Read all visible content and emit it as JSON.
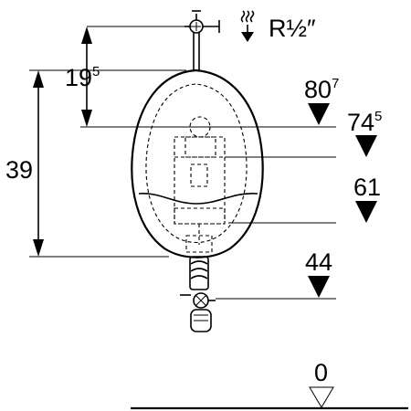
{
  "dimensions": {
    "left_outer": {
      "main": "39"
    },
    "left_inner": {
      "main": "19",
      "sup": "5"
    },
    "supply": "R½″"
  },
  "levels": [
    {
      "id": "80-7",
      "main": "80",
      "sup": "7"
    },
    {
      "id": "74-5",
      "main": "74",
      "sup": "5"
    },
    {
      "id": "61",
      "main": "61",
      "sup": ""
    },
    {
      "id": "44",
      "main": "44",
      "sup": ""
    },
    {
      "id": "0",
      "main": "0",
      "sup": ""
    }
  ]
}
